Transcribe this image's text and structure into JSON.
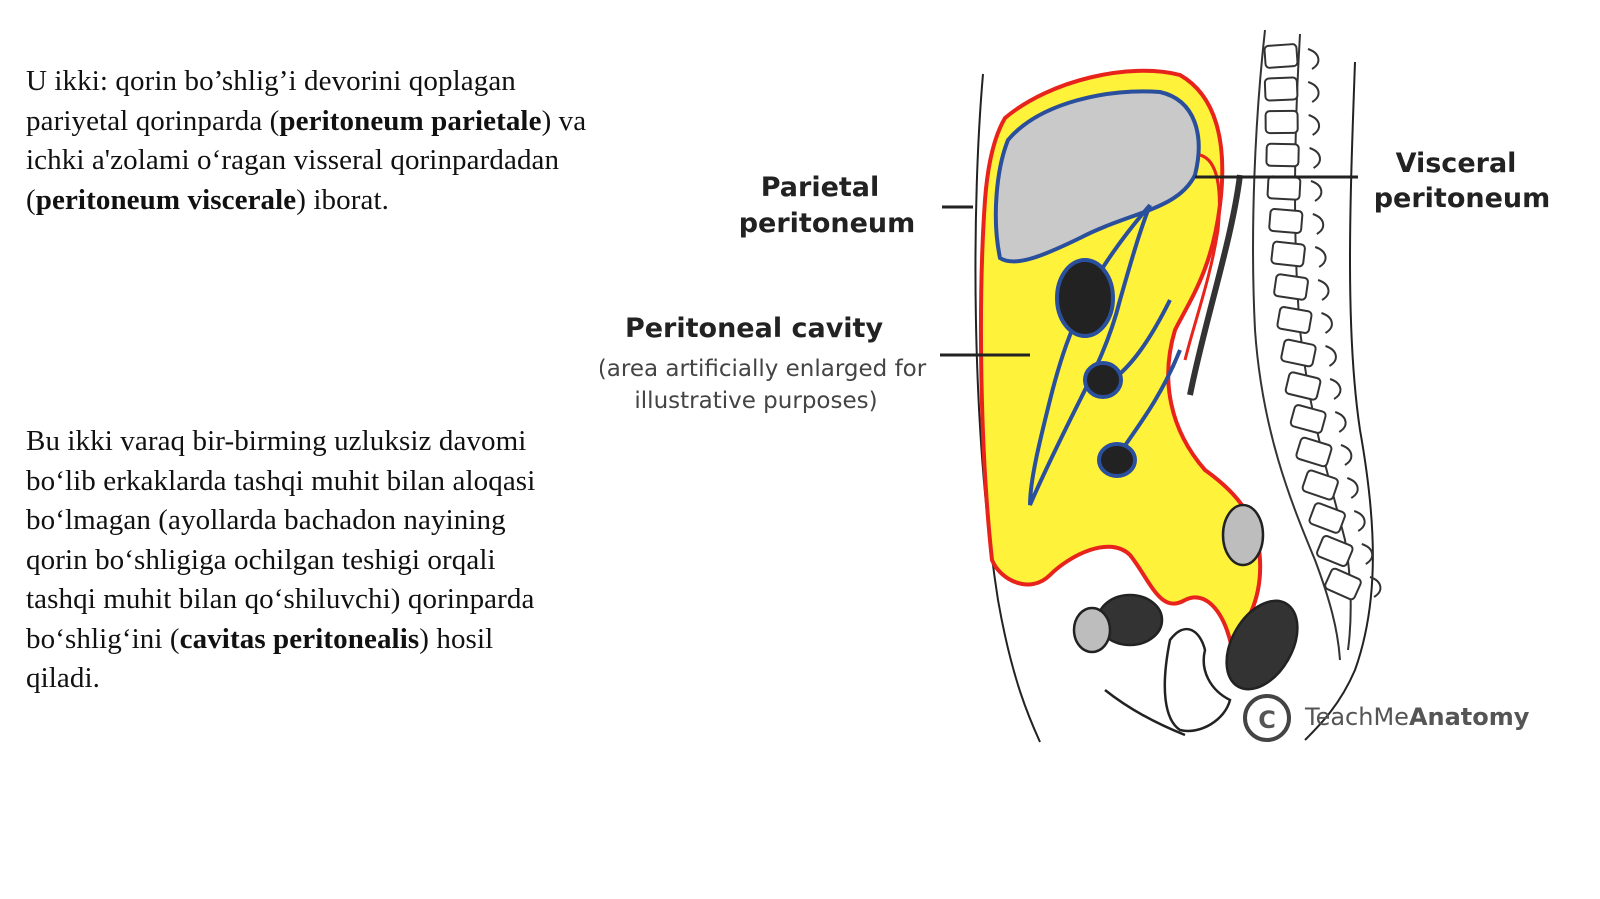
{
  "text": {
    "para1": {
      "s1": "U ikki: qorin bo’shlig’i devorini qoplagan pariyetal qorinparda (",
      "b1": "peritoneum parietale",
      "s2": ") va ichki a'zolami o‘ragan visseral qorinpardadan (",
      "b2": "peritoneum viscerale",
      "s3": ") iborat."
    },
    "para2": {
      "s1": "Bu ikki varaq bir-birming uzluksiz davomi bo‘lib erkaklarda tashqi muhit bilan aloqasi bo‘lmagan (ayollarda bachadon nayining qorin bo‘shligiga ochilgan teshigi orqali tashqi muhit bilan qo‘shiluvchi) qorinparda bo‘shlig‘ini (",
      "b1": "cavitas peritonealis",
      "s2": ") hosil qiladi."
    }
  },
  "diagram": {
    "labels": {
      "parietal_line1": "Parietal",
      "parietal_line2": "peritoneum",
      "visceral_line1": "Visceral",
      "visceral_line2": "peritoneum",
      "cavity_title": "Peritoneal cavity",
      "cavity_note_line1": "(area artificially enlarged for",
      "cavity_note_line2": "illustrative purposes)"
    },
    "watermark": {
      "symbol": "C",
      "brand_regular": "TeachMe",
      "brand_bold": "Anatomy"
    },
    "colors": {
      "cavity_fill": "#fff23a",
      "parietal_line": "#e8231c",
      "visceral_line": "#2a4f9c",
      "liver_fill": "#c9c9c9",
      "organ_outline": "#222222"
    }
  }
}
